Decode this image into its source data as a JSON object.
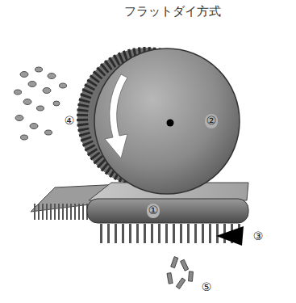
{
  "diagram": {
    "title": "フラットダイ方式",
    "labels": [
      "①",
      "②",
      "③",
      "④",
      "⑤"
    ]
  }
}
